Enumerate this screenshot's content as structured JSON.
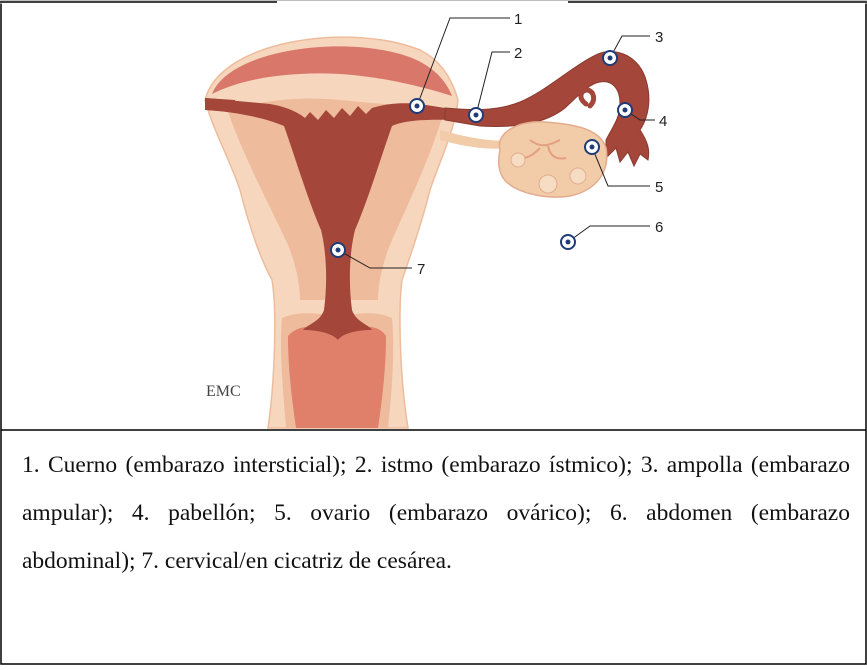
{
  "diagram": {
    "labels": [
      {
        "id": "1",
        "text": "1"
      },
      {
        "id": "2",
        "text": "2"
      },
      {
        "id": "3",
        "text": "3"
      },
      {
        "id": "4",
        "text": "4"
      },
      {
        "id": "5",
        "text": "5"
      },
      {
        "id": "6",
        "text": "6"
      },
      {
        "id": "7",
        "text": "7"
      }
    ],
    "logo_text": "EMC",
    "colors": {
      "tissue_light": "#f6d7bd",
      "tissue_mid": "#eebc9c",
      "tissue_pink": "#e9a58c",
      "cavity": "#a4463a",
      "fundus_cap": "#d9776a",
      "cervix_inner": "#e07f6a",
      "marker_fill": "#1f3b78"
    }
  },
  "caption": {
    "text": "1. Cuerno (embarazo intersticial); 2. istmo (embarazo ístmico); 3. ampolla (embarazo ampular); 4. pabellón; 5. ovario (embarazo ovárico); 6. abdomen (embarazo abdominal); 7. cervical/en cicatriz de cesárea."
  }
}
